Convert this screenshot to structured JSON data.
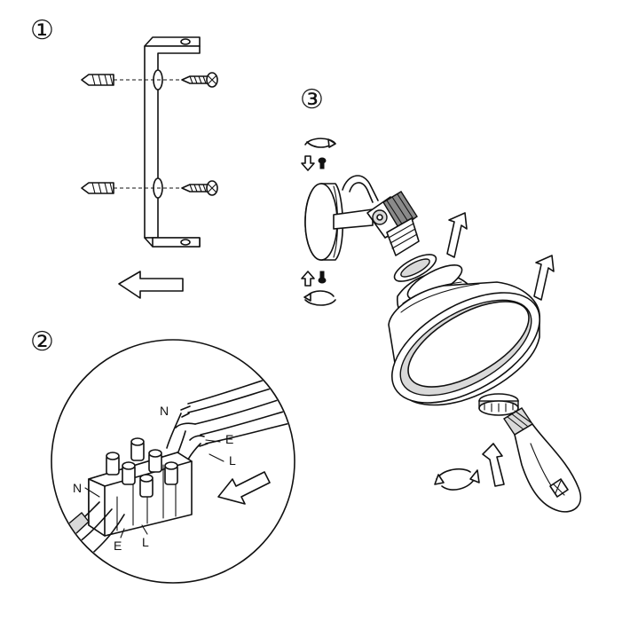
{
  "steps": {
    "step1": "①",
    "step2": "②",
    "step3": "③"
  },
  "wire_labels": {
    "n_top": "N",
    "e_right": "E",
    "l_right": "L",
    "n_left": "N",
    "e_bottom": "E",
    "l_bottom": "L"
  }
}
